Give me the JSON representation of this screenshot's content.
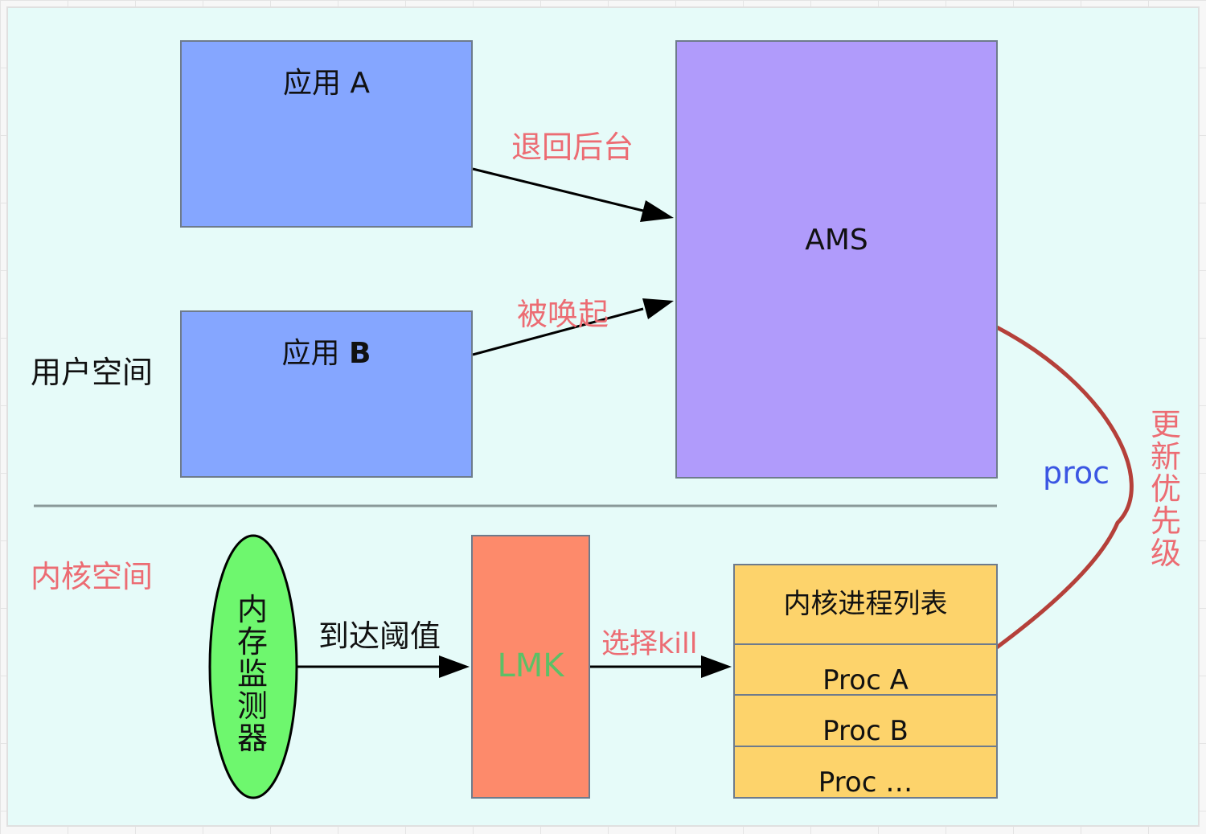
{
  "diagram": {
    "user_space_label": "用户空间",
    "kernel_space_label": "内核空间",
    "app_a": {
      "prefix": "应用 ",
      "letter": "A"
    },
    "app_b": {
      "prefix": "应用 ",
      "letter": "B"
    },
    "ams_label": "AMS",
    "edge_background": "退回后台",
    "edge_awakened": "被唤起",
    "proc_label": "proc",
    "update_priority": "更新优先级",
    "memory_monitor": "内存监测器",
    "edge_threshold": "到达阈值",
    "lmk_label": "LMK",
    "edge_select_kill": "选择kill",
    "process_list": {
      "title": "内核进程列表",
      "rows": [
        "Proc A",
        "Proc B",
        "Proc …"
      ]
    }
  },
  "colors": {
    "panel_bg": "#e6fbf9",
    "app_fill": "#85a6ff",
    "ams_fill": "#b09bfb",
    "lmk_fill": "#fd8a6b",
    "list_fill": "#fdd36b",
    "monitor_fill": "#6ef76e",
    "accent_red": "#ec6c73",
    "curve_red": "#b5403a",
    "proc_blue": "#3b56e3",
    "lmk_text_green": "#5cc066"
  }
}
